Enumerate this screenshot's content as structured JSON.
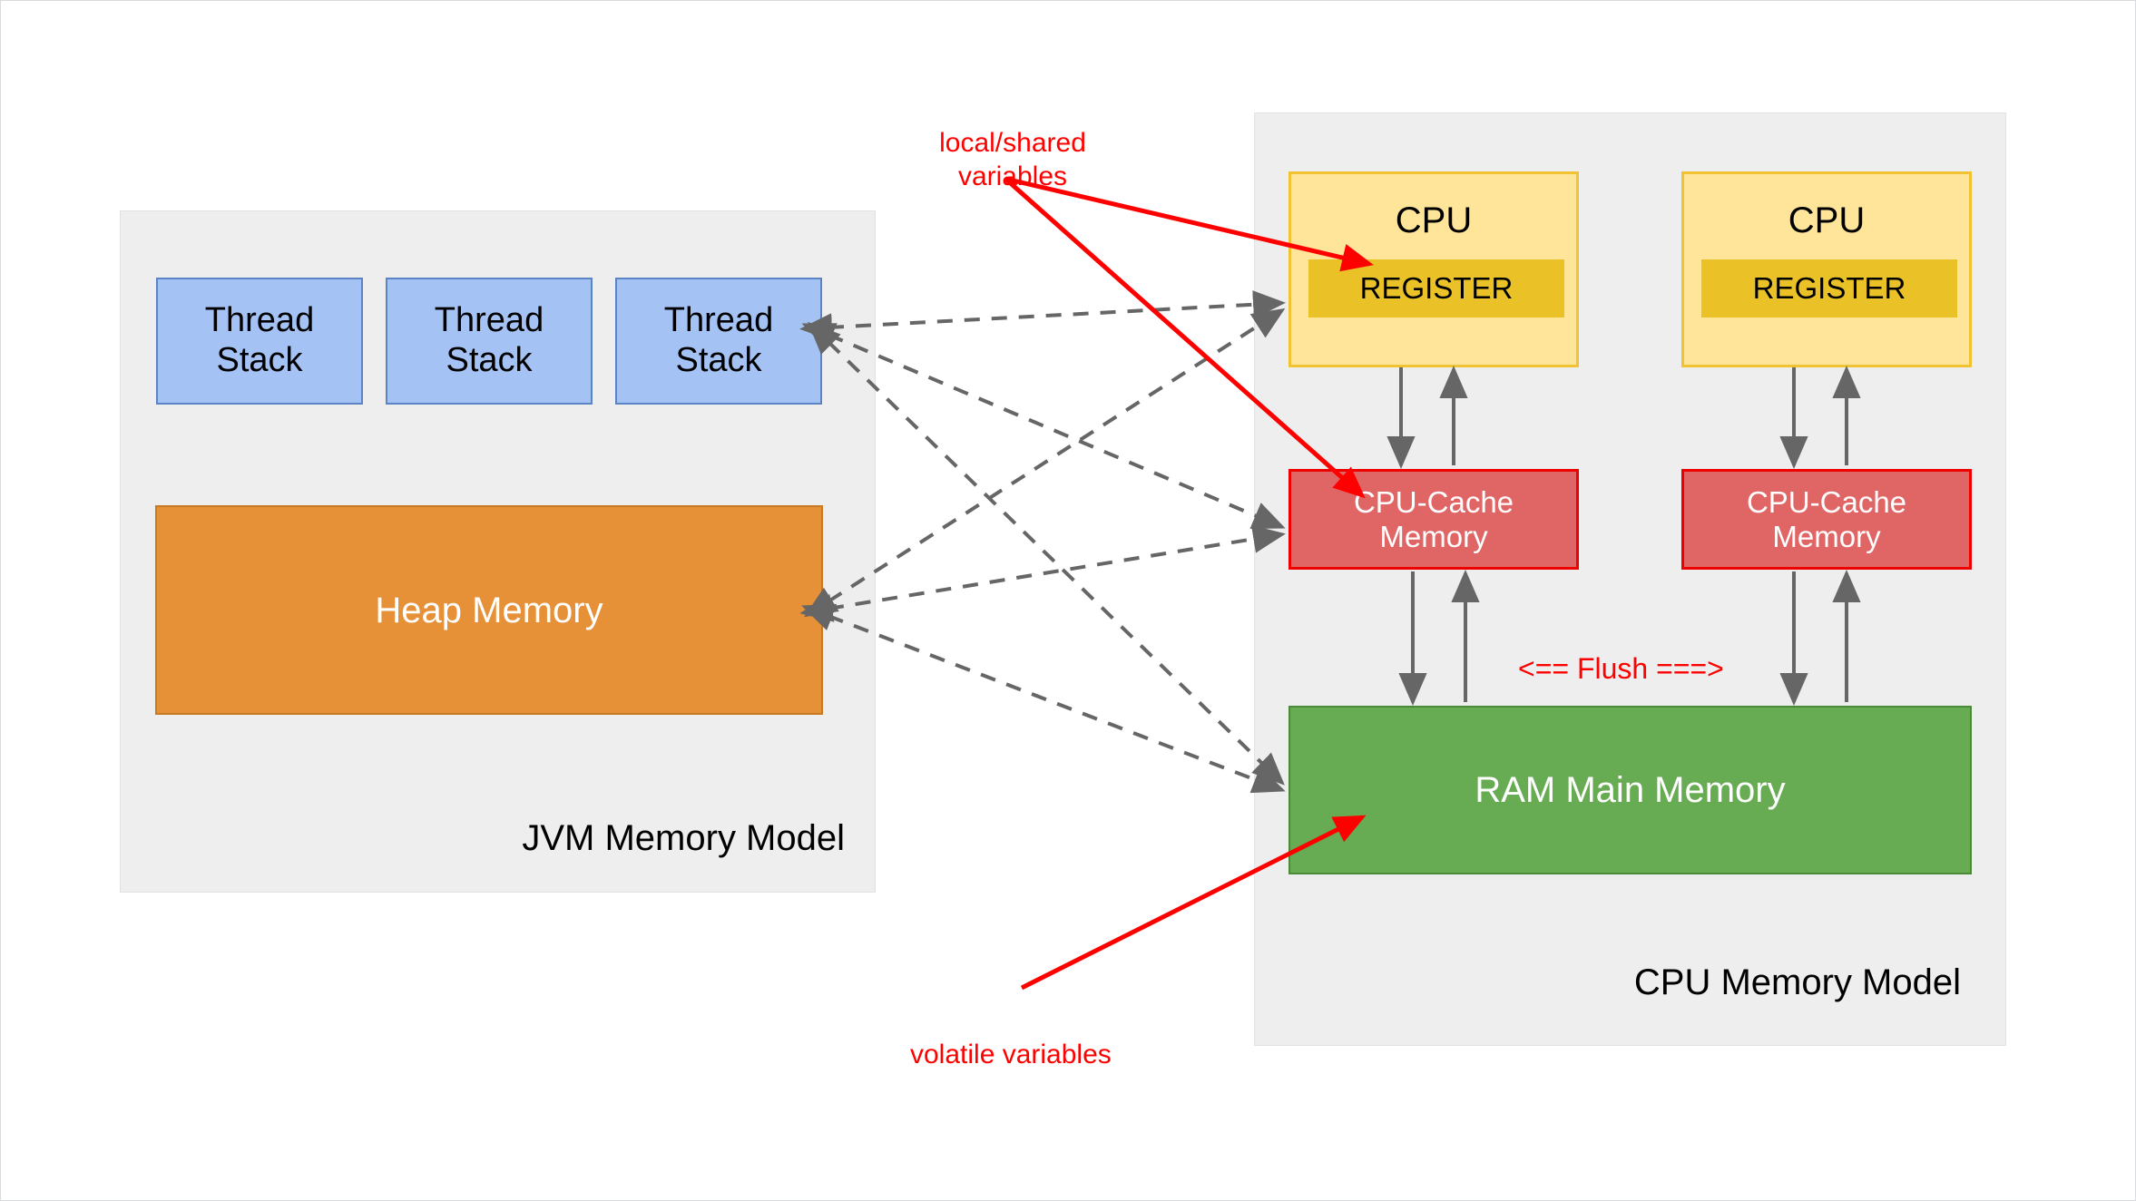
{
  "diagram": {
    "title": "JVM Memory Model and CPU Memory Model",
    "colors": {
      "thread_stack_fill": "#a4c2f4",
      "thread_stack_border": "#5b84c4",
      "heap_fill": "#e69138",
      "heap_border": "#c77a22",
      "cpu_fill": "#ffe599",
      "cpu_border": "#f1c232",
      "register_fill": "#eac228",
      "cache_fill": "#e06666",
      "cache_border": "#ee0000",
      "ram_fill": "#67ab52",
      "ram_border": "#4a8a38",
      "panel_fill": "#eeeeee",
      "panel_border": "#e2e2e2",
      "annotation_red": "#ff0000",
      "arrow_gray": "#666666",
      "page_background": "#ffffff"
    }
  },
  "jvm_panel": {
    "label": "JVM Memory Model",
    "thread_stacks": [
      {
        "line1": "Thread",
        "line2": "Stack"
      },
      {
        "line1": "Thread",
        "line2": "Stack"
      },
      {
        "line1": "Thread",
        "line2": "Stack"
      }
    ],
    "heap": {
      "label": "Heap Memory"
    }
  },
  "cpu_panel": {
    "label": "CPU Memory Model",
    "cpus": [
      {
        "title": "CPU",
        "register_label": "REGISTER",
        "cache_line1": "CPU-Cache",
        "cache_line2": "Memory"
      },
      {
        "title": "CPU",
        "register_label": "REGISTER",
        "cache_line1": "CPU-Cache",
        "cache_line2": "Memory"
      }
    ],
    "ram": {
      "label": "RAM Main Memory"
    },
    "flush_label": "<== Flush ===>"
  },
  "annotations": {
    "local_shared": "local/shared\nvariables",
    "volatile": "volatile variables"
  }
}
